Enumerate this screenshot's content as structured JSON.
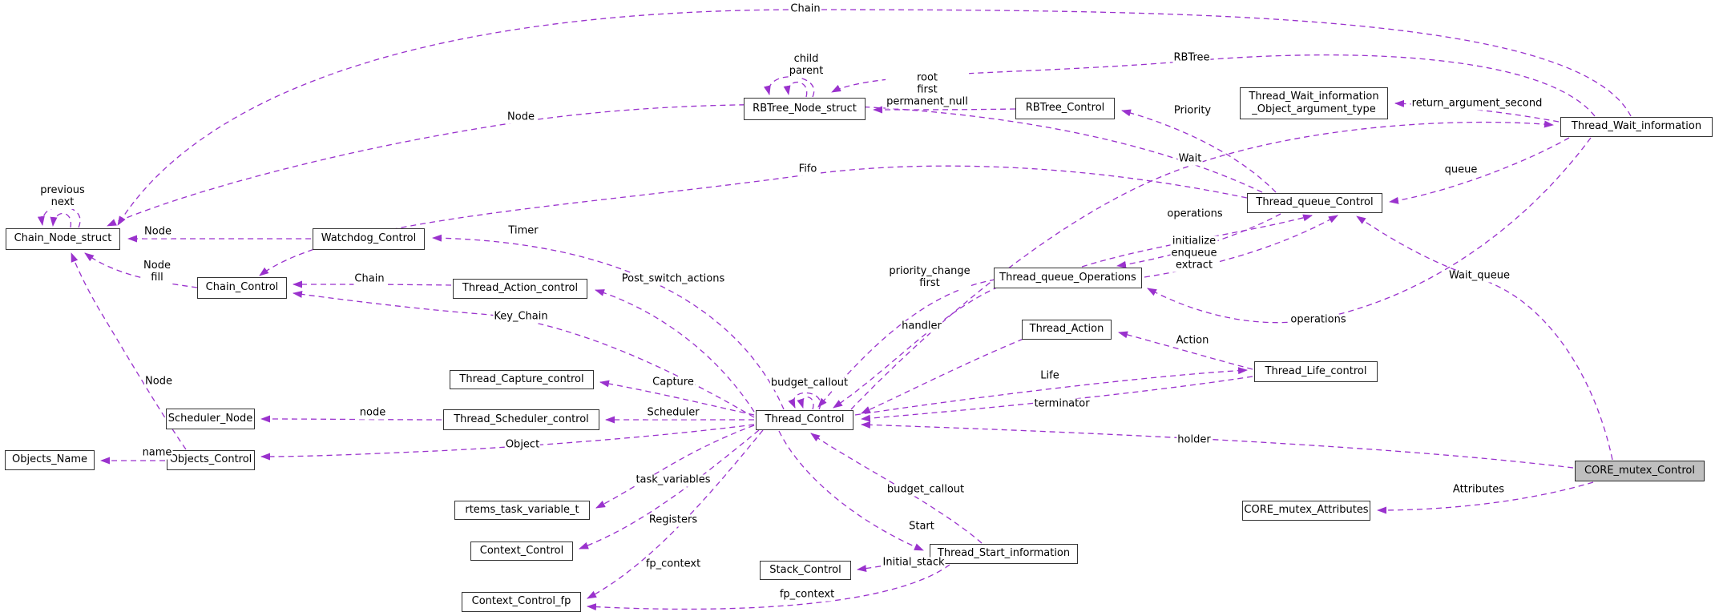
{
  "diagram": {
    "kind": "collaboration-graph",
    "accent_color": "#9a32cd",
    "highlight_fill": "#bfbfbf",
    "nodes": [
      {
        "id": "chain-node-struct",
        "label": "Chain_Node_struct"
      },
      {
        "id": "watchdog-control",
        "label": "Watchdog_Control"
      },
      {
        "id": "chain-control",
        "label": "Chain_Control"
      },
      {
        "id": "thread-action-control",
        "label": "Thread_Action_control"
      },
      {
        "id": "rbtree-node-struct",
        "label": "RBTree_Node_struct"
      },
      {
        "id": "rbtree-control",
        "label": "RBTree_Control"
      },
      {
        "id": "thread-wait-information-object-argument-type",
        "label": "Thread_Wait_information\n_Object_argument_type"
      },
      {
        "id": "thread-wait-information",
        "label": "Thread_Wait_information"
      },
      {
        "id": "thread-queue-control",
        "label": "Thread_queue_Control"
      },
      {
        "id": "thread-queue-operations",
        "label": "Thread_queue_Operations"
      },
      {
        "id": "thread-action",
        "label": "Thread_Action"
      },
      {
        "id": "thread-life-control",
        "label": "Thread_Life_control"
      },
      {
        "id": "thread-capture-control",
        "label": "Thread_Capture_control"
      },
      {
        "id": "thread-scheduler-control",
        "label": "Thread_Scheduler_control"
      },
      {
        "id": "thread-control",
        "label": "Thread_Control"
      },
      {
        "id": "scheduler-node",
        "label": "Scheduler_Node"
      },
      {
        "id": "objects-name",
        "label": "Objects_Name"
      },
      {
        "id": "objects-control",
        "label": "Objects_Control"
      },
      {
        "id": "rtems-task-variable-t",
        "label": "rtems_task_variable_t"
      },
      {
        "id": "context-control",
        "label": "Context_Control"
      },
      {
        "id": "context-control-fp",
        "label": "Context_Control_fp"
      },
      {
        "id": "stack-control",
        "label": "Stack_Control"
      },
      {
        "id": "thread-start-information",
        "label": "Thread_Start_information"
      },
      {
        "id": "core-mutex-attributes",
        "label": "CORE_mutex_Attributes"
      },
      {
        "id": "core-mutex-control",
        "label": "CORE_mutex_Control"
      }
    ],
    "edge_labels": [
      {
        "id": "previous-next",
        "text": "previous\nnext"
      },
      {
        "id": "chain-top",
        "text": "Chain"
      },
      {
        "id": "node-top",
        "text": "Node"
      },
      {
        "id": "fifo",
        "text": "Fifo"
      },
      {
        "id": "node-watchdog",
        "text": "Node"
      },
      {
        "id": "node-fill",
        "text": "Node\nfill"
      },
      {
        "id": "chain-action",
        "text": "Chain"
      },
      {
        "id": "key-chain",
        "text": "Key_Chain"
      },
      {
        "id": "timer",
        "text": "Timer"
      },
      {
        "id": "post-switch-actions",
        "text": "Post_switch_actions"
      },
      {
        "id": "capture",
        "text": "Capture"
      },
      {
        "id": "budget-callout-top",
        "text": "budget_callout"
      },
      {
        "id": "scheduler",
        "text": "Scheduler"
      },
      {
        "id": "object",
        "text": "Object"
      },
      {
        "id": "task-variables",
        "text": "task_variables"
      },
      {
        "id": "registers",
        "text": "Registers"
      },
      {
        "id": "fp-context-left",
        "text": "fp_context"
      },
      {
        "id": "fp-context-bottom",
        "text": "fp_context"
      },
      {
        "id": "node-scheduler",
        "text": "node"
      },
      {
        "id": "node-objects",
        "text": "Node"
      },
      {
        "id": "name",
        "text": "name"
      },
      {
        "id": "budget-callout-bottom",
        "text": "budget_callout"
      },
      {
        "id": "start",
        "text": "Start"
      },
      {
        "id": "initial-stack",
        "text": "Initial_stack"
      },
      {
        "id": "priority-change-first",
        "text": "priority_change\nfirst"
      },
      {
        "id": "handler",
        "text": "handler"
      },
      {
        "id": "life",
        "text": "Life"
      },
      {
        "id": "terminator",
        "text": "terminator"
      },
      {
        "id": "holder",
        "text": "holder"
      },
      {
        "id": "action",
        "text": "Action"
      },
      {
        "id": "operations-upper",
        "text": "operations"
      },
      {
        "id": "initialize-enqueue-extract",
        "text": "initialize\nenqueue\nextract"
      },
      {
        "id": "operations-lower",
        "text": "operations"
      },
      {
        "id": "wait",
        "text": "Wait"
      },
      {
        "id": "wait-queue",
        "text": "Wait_queue"
      },
      {
        "id": "queue",
        "text": "queue"
      },
      {
        "id": "rbtree",
        "text": "RBTree"
      },
      {
        "id": "priority",
        "text": "Priority"
      },
      {
        "id": "return-argument-second",
        "text": "return_argument_second"
      },
      {
        "id": "root-first-permanent-null",
        "text": "root\nfirst\npermanent_null"
      },
      {
        "id": "child-parent",
        "text": "child\nparent"
      },
      {
        "id": "attributes",
        "text": "Attributes"
      }
    ]
  }
}
